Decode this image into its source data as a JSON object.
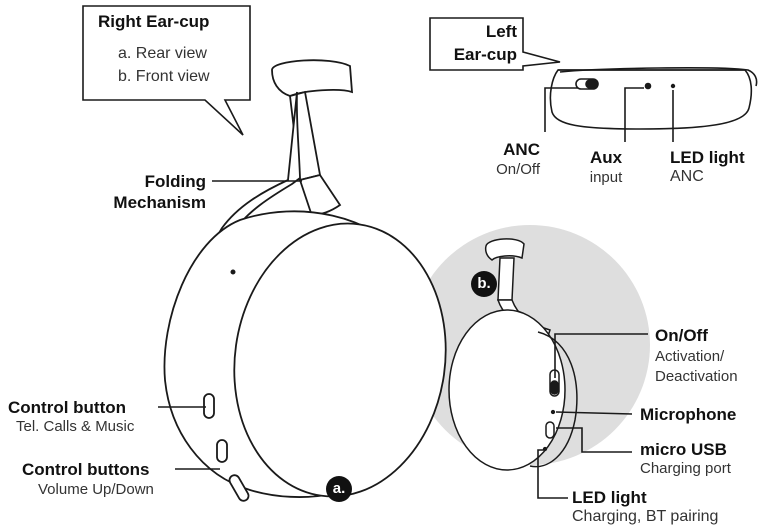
{
  "callouts": {
    "right_earcup": {
      "title": "Right Ear-cup",
      "line_a": "a. Rear view",
      "line_b": "b. Front view"
    },
    "left_earcup": {
      "line1": "Left",
      "line2": "Ear-cup"
    }
  },
  "labels": {
    "anc": {
      "title": "ANC",
      "sub": "On/Off"
    },
    "aux": {
      "title": "Aux",
      "sub": "input"
    },
    "led_anc": {
      "title": "LED light",
      "sub": "ANC"
    },
    "folding": {
      "line1": "Folding",
      "line2": "Mechanism"
    },
    "control_button": {
      "title": "Control button",
      "sub": "Tel. Calls & Music"
    },
    "control_buttons": {
      "title": "Control buttons",
      "sub": "Volume Up/Down"
    },
    "onoff": {
      "title": "On/Off",
      "sub1": "Activation/",
      "sub2": "Deactivation"
    },
    "microphone": {
      "title": "Microphone"
    },
    "micro_usb": {
      "title": "micro USB",
      "sub": "Charging port"
    },
    "led_charging": {
      "title": "LED light",
      "sub": "Charging, BT pairing"
    }
  },
  "badges": {
    "a": "a.",
    "b": "b."
  },
  "colors": {
    "line": "#1a1a1a",
    "halo": "#dedede",
    "fill": "#ffffff"
  }
}
